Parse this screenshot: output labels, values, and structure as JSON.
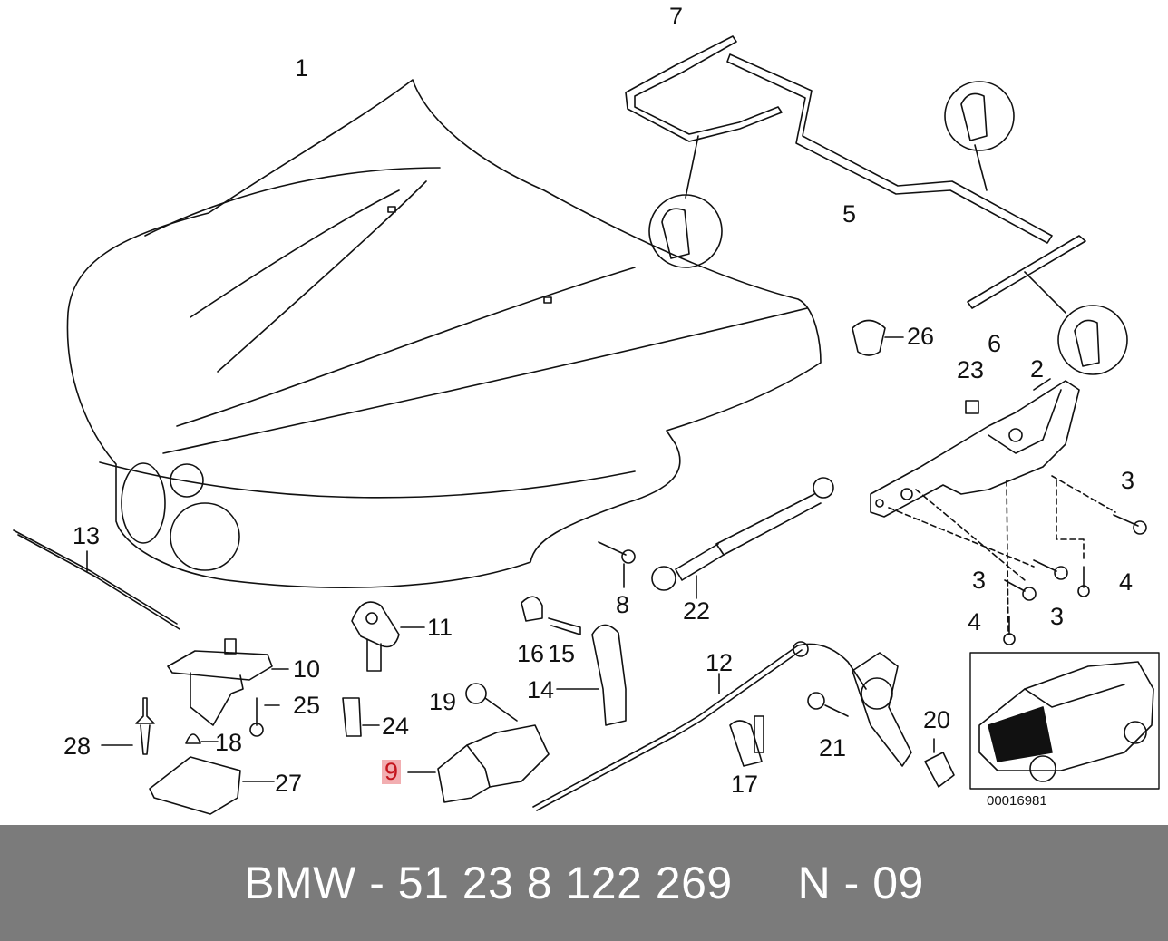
{
  "diagram": {
    "callouts": [
      {
        "id": "1",
        "label": "1"
      },
      {
        "id": "2",
        "label": "2"
      },
      {
        "id": "3a",
        "label": "3"
      },
      {
        "id": "3b",
        "label": "3"
      },
      {
        "id": "3c",
        "label": "3"
      },
      {
        "id": "4a",
        "label": "4"
      },
      {
        "id": "4b",
        "label": "4"
      },
      {
        "id": "5",
        "label": "5"
      },
      {
        "id": "6",
        "label": "6"
      },
      {
        "id": "7",
        "label": "7"
      },
      {
        "id": "8",
        "label": "8"
      },
      {
        "id": "9",
        "label": "9"
      },
      {
        "id": "10",
        "label": "10"
      },
      {
        "id": "11",
        "label": "11"
      },
      {
        "id": "12",
        "label": "12"
      },
      {
        "id": "13",
        "label": "13"
      },
      {
        "id": "14",
        "label": "14"
      },
      {
        "id": "15",
        "label": "15"
      },
      {
        "id": "16",
        "label": "16"
      },
      {
        "id": "17",
        "label": "17"
      },
      {
        "id": "18",
        "label": "18"
      },
      {
        "id": "19",
        "label": "19"
      },
      {
        "id": "20",
        "label": "20"
      },
      {
        "id": "21",
        "label": "21"
      },
      {
        "id": "22",
        "label": "22"
      },
      {
        "id": "23",
        "label": "23"
      },
      {
        "id": "24",
        "label": "24"
      },
      {
        "id": "25",
        "label": "25"
      },
      {
        "id": "26",
        "label": "26"
      },
      {
        "id": "27",
        "label": "27"
      },
      {
        "id": "28",
        "label": "28"
      }
    ],
    "highlighted_callout": "9",
    "highlight_color": "#f2aeb1",
    "highlight_text_color": "#c4141c",
    "reference_number": "00016981"
  },
  "footer": {
    "text": "BMW - 51 23 8 122 269     N - 09",
    "background": "#7b7b7b",
    "text_color": "#ffffff"
  }
}
